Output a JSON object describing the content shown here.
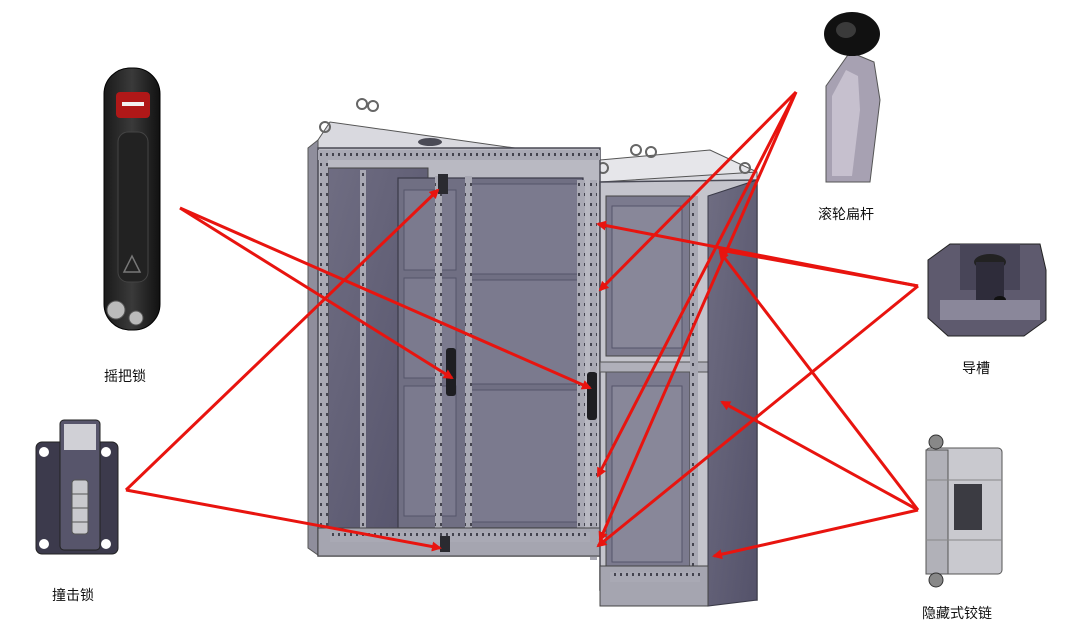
{
  "labels": {
    "rocker_lock": "摇把锁",
    "strike_lock": "撞击锁",
    "roller_flat_bar": "滚轮扁杆",
    "guide_groove": "导槽",
    "concealed_hinge": "隐藏式铰链"
  },
  "colors": {
    "arrow": "#e8140f",
    "cabinet_frame": "#9a9aa6",
    "cabinet_panel": "#5f5d70",
    "background": "#ffffff"
  }
}
